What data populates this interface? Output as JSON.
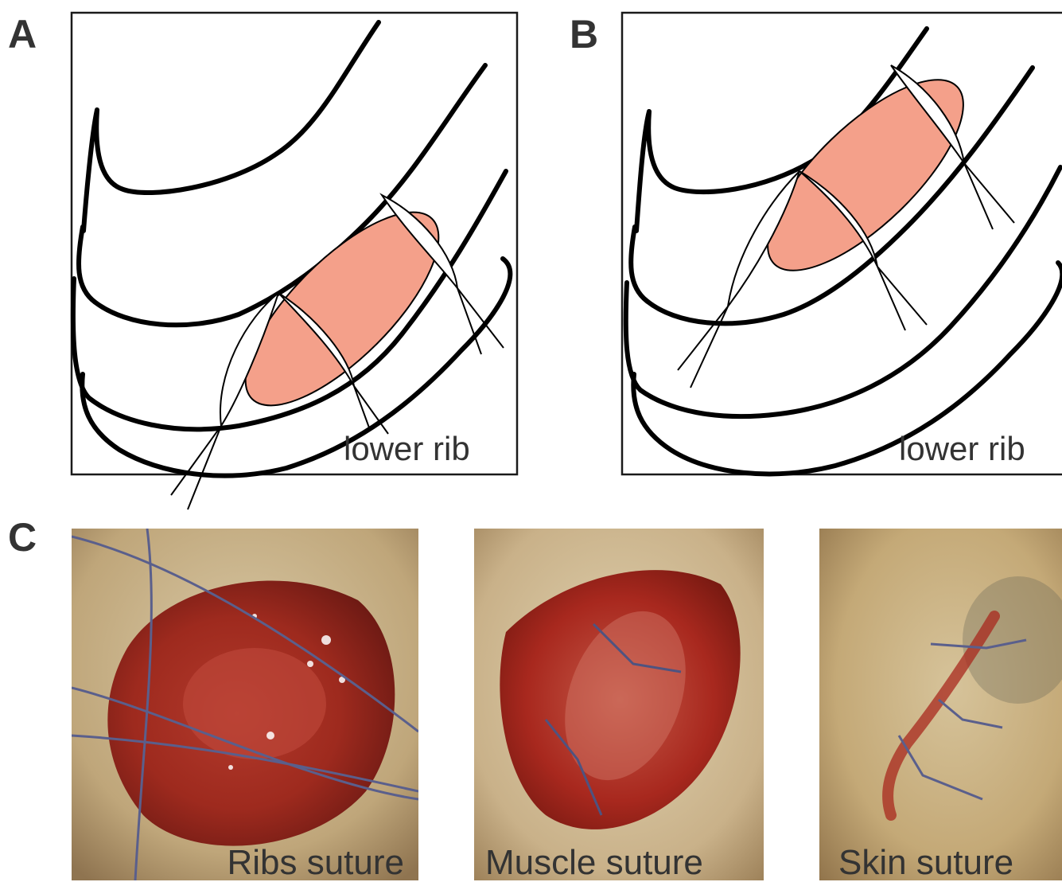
{
  "panels": {
    "a": {
      "letter": "A",
      "label": "lower rib"
    },
    "b": {
      "letter": "B",
      "label": "lower rib"
    },
    "c": {
      "letter": "C",
      "photos": [
        {
          "caption": "Ribs suture"
        },
        {
          "caption": "Muscle suture"
        },
        {
          "caption": "Skin suture"
        }
      ]
    }
  },
  "colors": {
    "wound": "#f4a08a",
    "outline": "#000000",
    "label": "#333333",
    "suture": "#5a5f8c",
    "tissue": "#a8281e",
    "fur": "#c7ae7e"
  }
}
